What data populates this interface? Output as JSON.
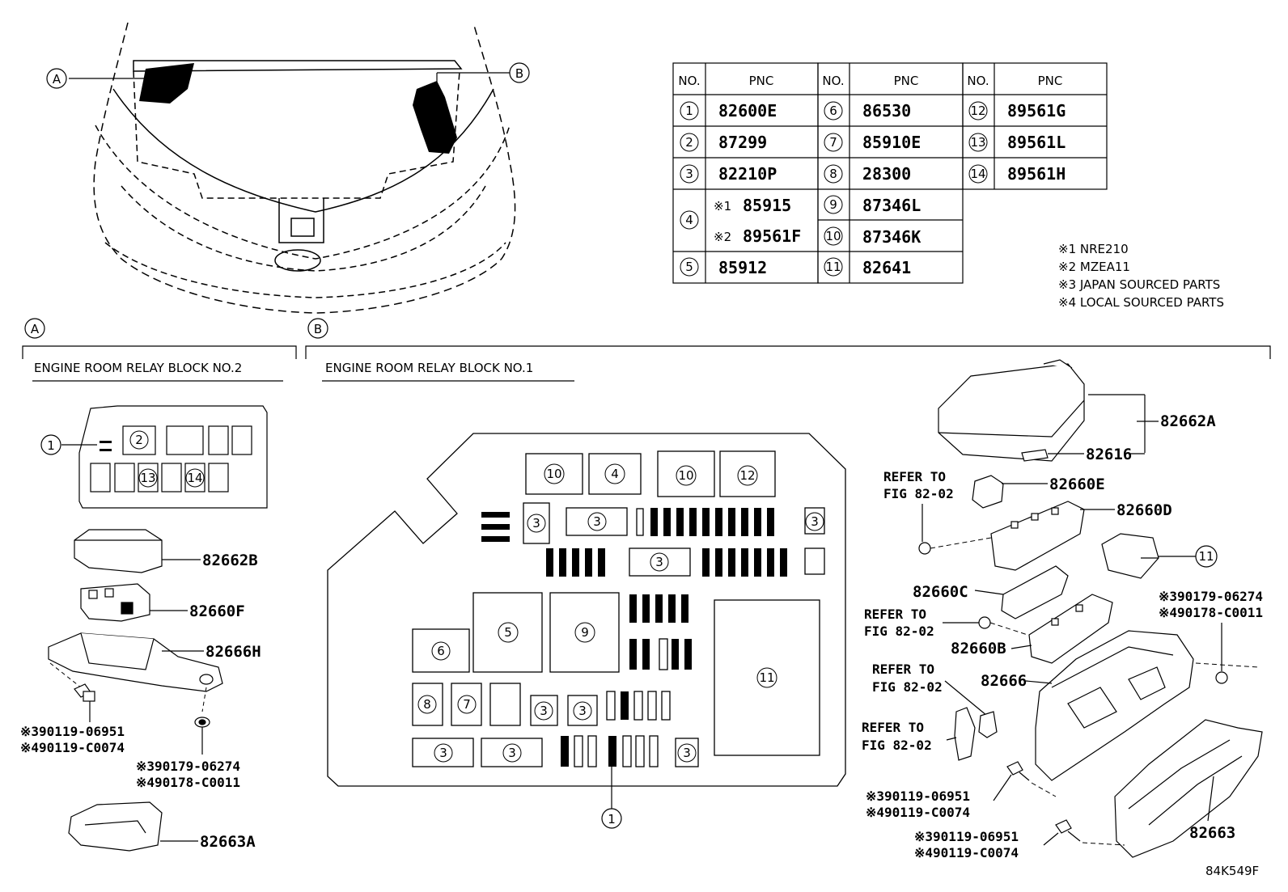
{
  "table": {
    "header": {
      "no": "NO.",
      "pnc": "PNC"
    },
    "rows_col1": [
      {
        "no": "1",
        "pnc": "82600E"
      },
      {
        "no": "2",
        "pnc": "87299"
      },
      {
        "no": "3",
        "pnc": "82210P"
      },
      {
        "no": "4",
        "sub": [
          {
            "mark": "※1",
            "pnc": "85915"
          },
          {
            "mark": "※2",
            "pnc": "89561F"
          }
        ]
      },
      {
        "no": "5",
        "pnc": "85912"
      }
    ],
    "rows_col2": [
      {
        "no": "6",
        "pnc": "86530"
      },
      {
        "no": "7",
        "pnc": "85910E"
      },
      {
        "no": "8",
        "pnc": "28300"
      },
      {
        "no": "9",
        "pnc": "87346L"
      },
      {
        "no": "10",
        "pnc": "87346K"
      },
      {
        "no": "11",
        "pnc": "82641"
      }
    ],
    "rows_col3": [
      {
        "no": "12",
        "pnc": "89561G"
      },
      {
        "no": "13",
        "pnc": "89561L"
      },
      {
        "no": "14",
        "pnc": "89561H"
      }
    ]
  },
  "notes": [
    "※1 NRE210",
    "※2 MZEA11",
    "※3 JAPAN SOURCED PARTS",
    "※4 LOCAL SOURCED PARTS"
  ],
  "callouts": {
    "a": "A",
    "b": "B"
  },
  "sections": {
    "a_title": "ENGINE ROOM RELAY BLOCK NO.2",
    "b_title": "ENGINE ROOM RELAY BLOCK NO.1"
  },
  "block2_nums": {
    "n1": "1",
    "n2": "2",
    "n13": "13",
    "n14": "14"
  },
  "block1_nums": {
    "n10a": "10",
    "n4": "4",
    "n10b": "10",
    "n12": "12",
    "n3a": "3",
    "n3b": "3",
    "n3c": "3",
    "n3d": "3",
    "n5": "5",
    "n9": "9",
    "n6": "6",
    "n11": "11",
    "n8": "8",
    "n7": "7",
    "n3e": "3",
    "n3f": "3",
    "n3g": "3",
    "n3h": "3",
    "n3i": "3",
    "n1": "1"
  },
  "left_parts": {
    "p82662B": "82662B",
    "p82660F": "82660F",
    "p82666H": "82666H",
    "bolt1_a": "※390119-06951",
    "bolt1_b": "※490119-C0074",
    "nut1_a": "※390179-06274",
    "nut1_b": "※490178-C0011",
    "p82663A": "82663A"
  },
  "right_parts": {
    "p82662A": "82662A",
    "p82616": "82616",
    "p82660E": "82660E",
    "p82660D": "82660D",
    "ref1_a": "REFER TO",
    "ref1_b": "FIG 82-02",
    "n11": "11",
    "p82660C": "82660C",
    "ref2_a": "REFER TO",
    "ref2_b": "FIG 82-02",
    "p82660B": "82660B",
    "nut_a": "※390179-06274",
    "nut_b": "※490178-C0011",
    "ref3_a": "REFER TO",
    "ref3_b": "FIG 82-02",
    "p82666": "82666",
    "ref4_a": "REFER TO",
    "ref4_b": "FIG 82-02",
    "bolt2_a": "※390119-06951",
    "bolt2_b": "※490119-C0074",
    "bolt3_a": "※390119-06951",
    "bolt3_b": "※490119-C0074",
    "p82663": "82663"
  },
  "figure_code": "84K549F"
}
